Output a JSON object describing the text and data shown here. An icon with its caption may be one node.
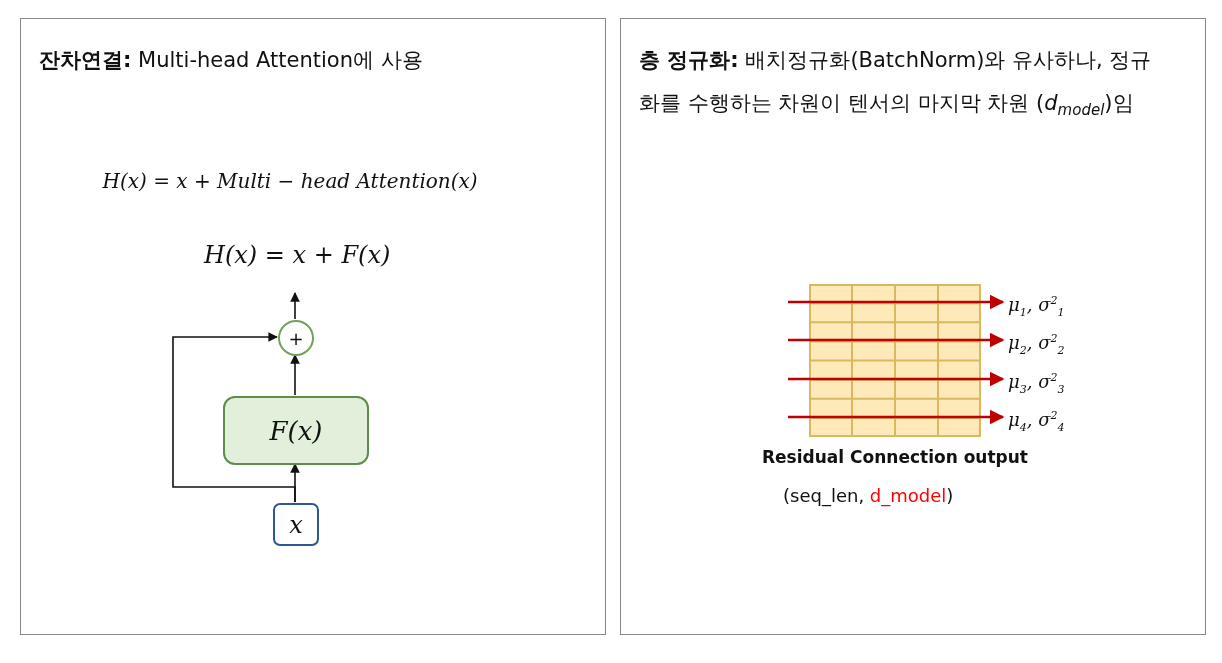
{
  "diagram": {
    "nodes": [
      {
        "text": [
          "**잔차연결:** Multi-head Attention에 사용"
        ]
      },
      {
        "text": [
          "+"
        ],
        "in": 0
      },
      {
        "text": [
          "F(x)"
        ],
        "in": 0
      },
      {
        "text": [
          "x"
        ],
        "in": 0
      },
      {
        "text": [
          "**층 정규화:** 배치정규화(BatchNorm)와 유사하나, 정규화를 수행하는 차원이 텐서의 마지막 차원 (*d*$_{model}$)임"
        ]
      },
      {
        "text": [],
        "shape": "box",
        "in": 4,
        "beside": [
          "Residual Connection output",
          "(seq_len, **d_model**)"
        ]
      },
      {
        "text": [
          "μ$_{1}$, σ$^{2}$$_{1}$"
        ],
        "in": 4
      },
      {
        "text": [
          "μ$_{2}$, σ$^{2}$$_{2}$"
        ],
        "in": 4
      },
      {
        "text": [
          "μ$_{3}$, σ$^{2}$$_{3}$"
        ],
        "in": 4
      },
      {
        "text": [
          "μ$_{4}$, σ$^{2}$$_{4}$"
        ],
        "in": 4
      }
    ],
    "edges": [
      {
        "from": 3,
        "to": 2,
        "arrow": "to"
      },
      {
        "from": 2,
        "to": 1,
        "arrow": "to"
      },
      {
        "from": 3,
        "to": 1,
        "arrow": "to"
      },
      {
        "from": 1,
        "to": null,
        "arrow": "to"
      },
      {
        "from": null,
        "to": 6,
        "arrow": "to",
        "color": "#c00000"
      },
      {
        "from": null,
        "to": 7,
        "arrow": "to",
        "color": "#c00000"
      },
      {
        "from": null,
        "to": 8,
        "arrow": "to",
        "color": "#c00000"
      },
      {
        "from": null,
        "to": 9,
        "arrow": "to",
        "color": "#c00000"
      }
    ],
    "labels": [
      "H(x) = x + Multi − head Attention(x)",
      "H(x) = x + F(x)"
    ]
  }
}
